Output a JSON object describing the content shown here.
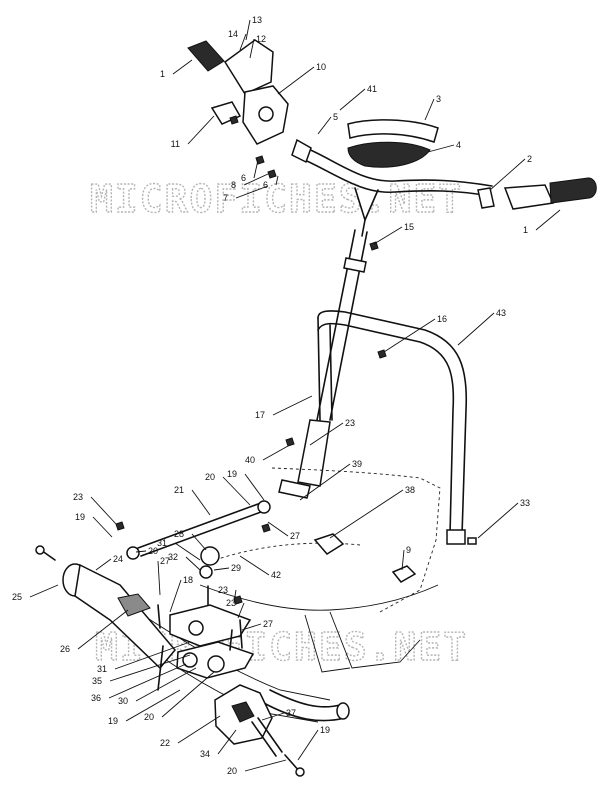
{
  "watermark": {
    "text": "MICROFICHES.NET"
  },
  "callouts": [
    {
      "id": "c1a",
      "label": "1"
    },
    {
      "id": "c1b",
      "label": "1"
    },
    {
      "id": "c2",
      "label": "2"
    },
    {
      "id": "c3",
      "label": "3"
    },
    {
      "id": "c4",
      "label": "4"
    },
    {
      "id": "c5",
      "label": "5"
    },
    {
      "id": "c6a",
      "label": "6"
    },
    {
      "id": "c6b",
      "label": "6"
    },
    {
      "id": "c7",
      "label": "7"
    },
    {
      "id": "c8",
      "label": "8"
    },
    {
      "id": "c9",
      "label": "9"
    },
    {
      "id": "c10",
      "label": "10"
    },
    {
      "id": "c11",
      "label": "11"
    },
    {
      "id": "c12",
      "label": "12"
    },
    {
      "id": "c13",
      "label": "13"
    },
    {
      "id": "c14",
      "label": "14"
    },
    {
      "id": "c15",
      "label": "15"
    },
    {
      "id": "c16",
      "label": "16"
    },
    {
      "id": "c17",
      "label": "17"
    },
    {
      "id": "c18",
      "label": "18"
    },
    {
      "id": "c19a",
      "label": "19"
    },
    {
      "id": "c19b",
      "label": "19"
    },
    {
      "id": "c19c",
      "label": "19"
    },
    {
      "id": "c19d",
      "label": "19"
    },
    {
      "id": "c20a",
      "label": "20"
    },
    {
      "id": "c20b",
      "label": "20"
    },
    {
      "id": "c20c",
      "label": "20"
    },
    {
      "id": "c20d",
      "label": "20"
    },
    {
      "id": "c21",
      "label": "21"
    },
    {
      "id": "c22",
      "label": "22"
    },
    {
      "id": "c23a",
      "label": "23"
    },
    {
      "id": "c23b",
      "label": "23"
    },
    {
      "id": "c23c",
      "label": "23"
    },
    {
      "id": "c23d",
      "label": "23"
    },
    {
      "id": "c24",
      "label": "24"
    },
    {
      "id": "c25",
      "label": "25"
    },
    {
      "id": "c26",
      "label": "26"
    },
    {
      "id": "c27a",
      "label": "27"
    },
    {
      "id": "c27b",
      "label": "27"
    },
    {
      "id": "c27c",
      "label": "27"
    },
    {
      "id": "c28",
      "label": "28"
    },
    {
      "id": "c29",
      "label": "29"
    },
    {
      "id": "c30",
      "label": "30"
    },
    {
      "id": "c31a",
      "label": "31"
    },
    {
      "id": "c31b",
      "label": "31"
    },
    {
      "id": "c32",
      "label": "32"
    },
    {
      "id": "c33",
      "label": "33"
    },
    {
      "id": "c34",
      "label": "34"
    },
    {
      "id": "c35",
      "label": "35"
    },
    {
      "id": "c36",
      "label": "36"
    },
    {
      "id": "c37",
      "label": "37"
    },
    {
      "id": "c38",
      "label": "38"
    },
    {
      "id": "c39",
      "label": "39"
    },
    {
      "id": "c40",
      "label": "40"
    },
    {
      "id": "c41",
      "label": "41"
    },
    {
      "id": "c42",
      "label": "42"
    },
    {
      "id": "c43",
      "label": "43"
    }
  ]
}
